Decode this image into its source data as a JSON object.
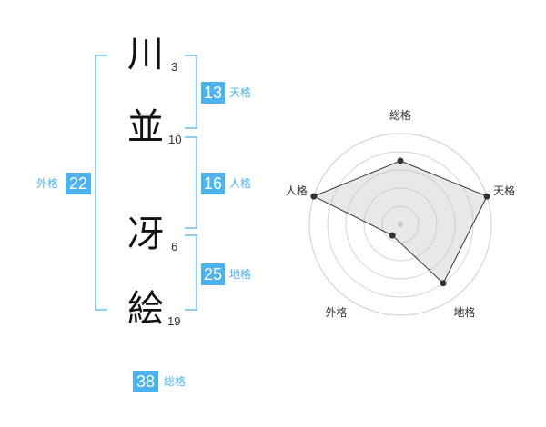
{
  "name": {
    "chars": [
      "川",
      "並",
      "冴",
      "絵"
    ],
    "strokes": [
      "3",
      "10",
      "6",
      "19"
    ]
  },
  "fortune": {
    "tenkaku": {
      "value": "13",
      "label": "天格"
    },
    "jinkaku": {
      "value": "16",
      "label": "人格"
    },
    "chikaku": {
      "value": "25",
      "label": "地格"
    },
    "gaikaku": {
      "value": "22",
      "label": "外格"
    },
    "soukaku": {
      "value": "38",
      "label": "総格"
    }
  },
  "chart_data": {
    "type": "radar",
    "axes": [
      "総格",
      "天格",
      "地格",
      "外格",
      "人格"
    ],
    "values": [
      0.7,
      1.0,
      0.8,
      0.15,
      1.0
    ],
    "max": 1,
    "rings": 5
  }
}
